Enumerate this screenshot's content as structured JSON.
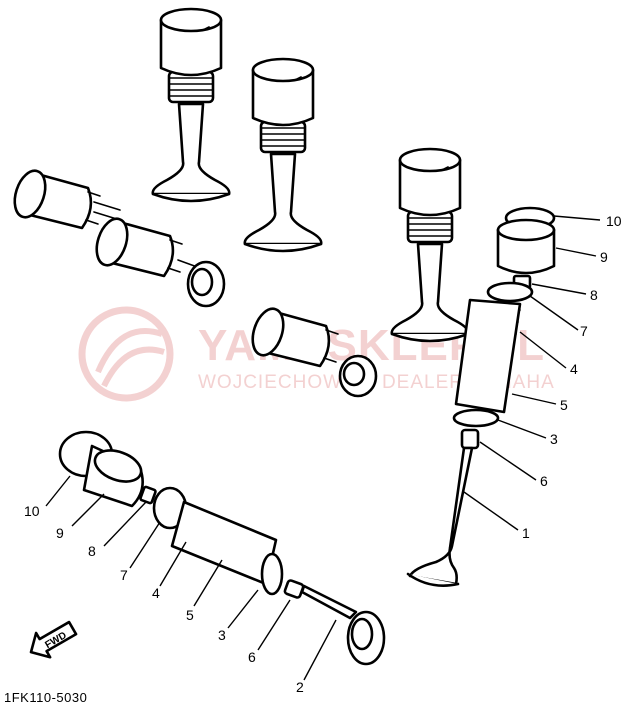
{
  "figure_code": "1FK110-5030",
  "front_arrow_label": "FWD",
  "watermark": {
    "main": "YAMASKLEP.PL",
    "sub": "WOJCIECHOWSKI DEALER YAMAHA"
  },
  "callouts_right": [
    "10",
    "9",
    "8",
    "7",
    "4",
    "5",
    "3",
    "6",
    "1"
  ],
  "callouts_left": [
    "10",
    "9",
    "8",
    "7",
    "4",
    "5",
    "3",
    "6",
    "2"
  ]
}
